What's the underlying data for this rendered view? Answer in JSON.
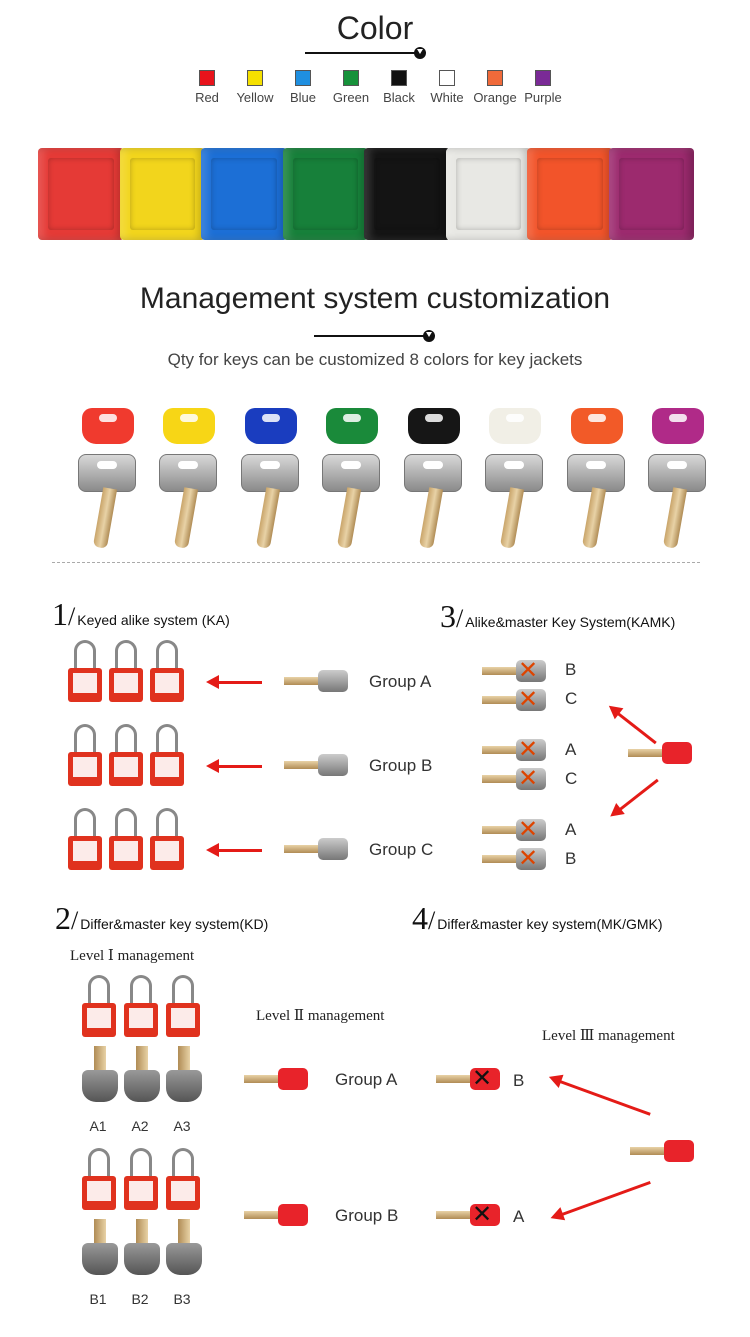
{
  "color_section": {
    "title": "Color",
    "swatches": [
      {
        "label": "Red",
        "color": "#e8131b"
      },
      {
        "label": "Yellow",
        "color": "#f5e000"
      },
      {
        "label": "Blue",
        "color": "#1f8fe0"
      },
      {
        "label": "Green",
        "color": "#16913a"
      },
      {
        "label": "Black",
        "color": "#111111"
      },
      {
        "label": "White",
        "color": "#ffffff"
      },
      {
        "label": "Orange",
        "color": "#f06a3a"
      },
      {
        "label": "Purple",
        "color": "#7a2a96"
      }
    ],
    "jacket_colors": [
      "#e53a36",
      "#f2d51c",
      "#1c6fd6",
      "#17803a",
      "#141414",
      "#e8e8e4",
      "#f2542a",
      "#9c2a6e"
    ]
  },
  "management_section": {
    "title": "Management system customization",
    "subtitle": "Qty for keys can be customized   8 colors for key jackets",
    "key_cap_colors": [
      "#f03a2e",
      "#f7d616",
      "#1a3dbf",
      "#1a8a3a",
      "#161616",
      "#f1efe6",
      "#f25a28",
      "#b02a88"
    ]
  },
  "systems": {
    "ka": {
      "number": "1",
      "title": "Keyed alike system (KA)",
      "groups": [
        "Group A",
        "Group B",
        "Group C"
      ]
    },
    "kamk": {
      "number": "3",
      "title": "Alike&master Key System(KAMK)",
      "labels": [
        "B",
        "C",
        "A",
        "C",
        "A",
        "B"
      ]
    },
    "kd": {
      "number": "2",
      "title": "Differ&master key system(KD)",
      "level1": "Level Ⅰ  management",
      "codes_top": [
        "A1",
        "A2",
        "A3"
      ],
      "codes_bottom": [
        "B1",
        "B2",
        "B3"
      ]
    },
    "mk": {
      "number": "4",
      "title": "Differ&master key system(MK/GMK)",
      "level2": "Level Ⅱ  management",
      "level3": "Level Ⅲ  management",
      "groups": [
        "Group A",
        "Group B"
      ],
      "labels": [
        "B",
        "A"
      ]
    }
  }
}
